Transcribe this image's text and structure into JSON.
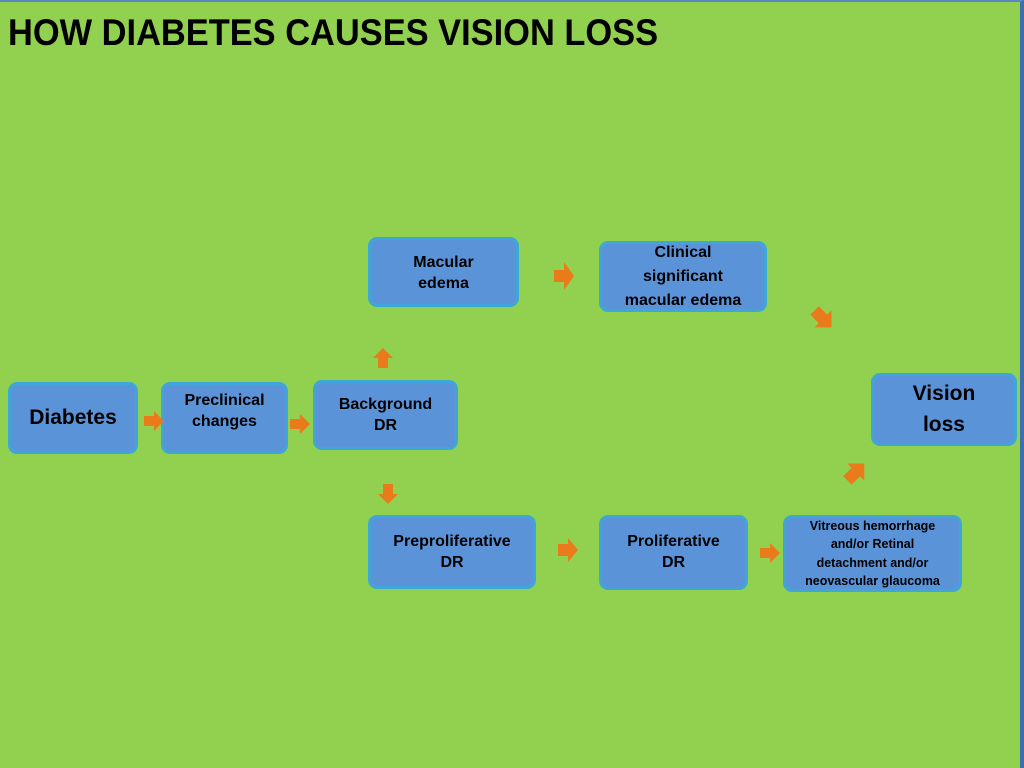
{
  "title": "HOW DIABETES CAUSES VISION LOSS",
  "nodes": {
    "diabetes": "Diabetes",
    "preclinical": "Preclinical\nchanges",
    "background": "Background\nDR",
    "macular": "Macular\nedema",
    "csme": "Clinical\nsignificant\nmacular edema",
    "vision": "Vision\nloss",
    "preproliferative": "Preproliferative\nDR",
    "proliferative": "Proliferative\nDR",
    "vitreous": "Vitreous hemorrhage\nand/or Retinal\ndetachment and/or\nneovascular glaucoma"
  },
  "colors": {
    "background": "#92d050",
    "box_fill": "#5b93d9",
    "box_border": "#3fa6d8",
    "arrow": "#e97b1a"
  },
  "icons": {
    "arrow": "orange-block-arrow"
  }
}
